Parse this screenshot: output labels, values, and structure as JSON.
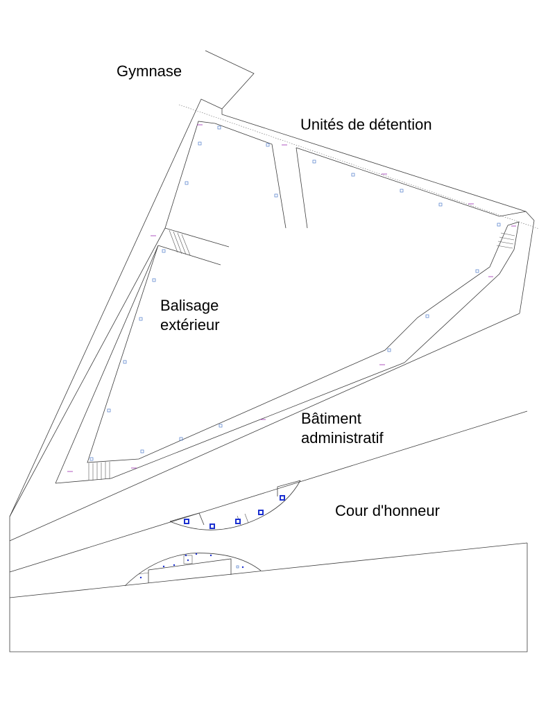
{
  "labels": {
    "gymnase": "Gymnase",
    "unites": "Unités de détention",
    "balisage_line1": "Balisage",
    "balisage_line2": "extérieur",
    "batiment_line1": "Bâtiment",
    "batiment_line2": "administratif",
    "cour": "Cour d'honneur"
  },
  "colors": {
    "lines": "#3a3a3a",
    "lamp_markers": "#4a78c8",
    "fixtures": "#1a2fd0",
    "elevation_tags": "#9b2bb0"
  }
}
